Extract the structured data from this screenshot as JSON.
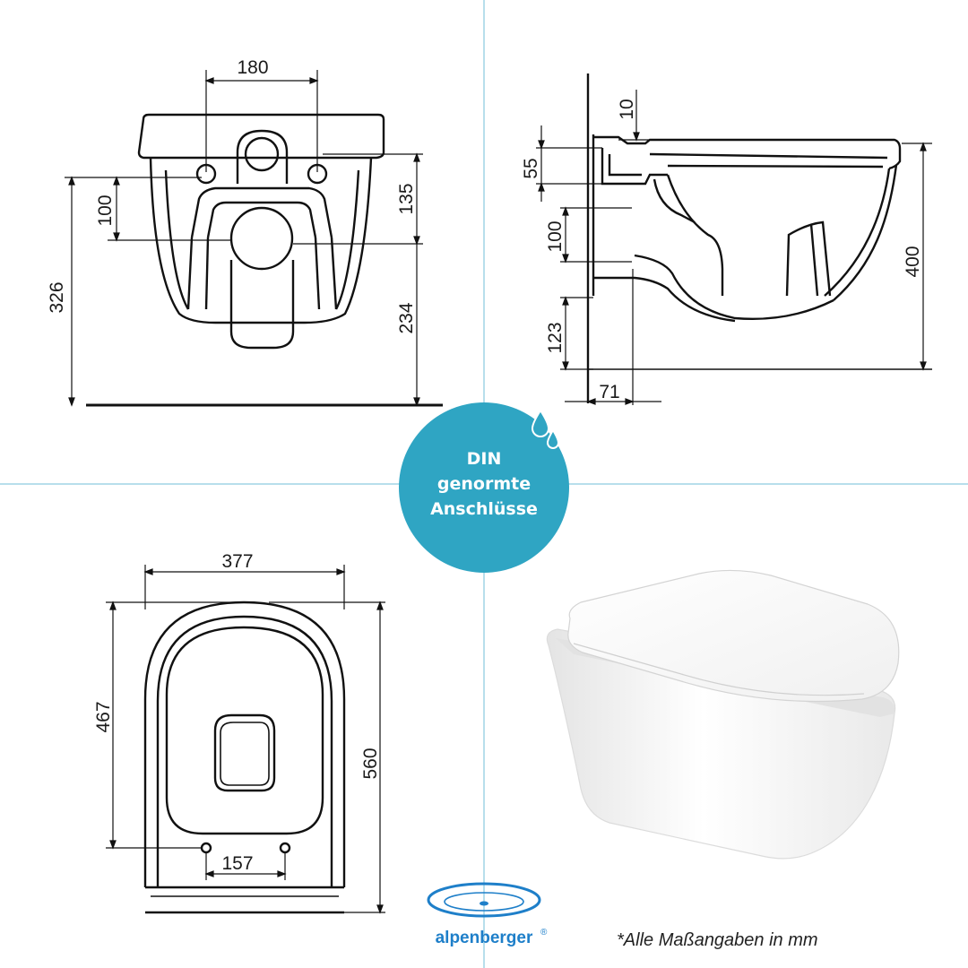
{
  "colors": {
    "divider": "#9fd3e6",
    "badge": "#2fa5c3",
    "brand": "#1e7fc9",
    "line": "#111111"
  },
  "front_view": {
    "dims": {
      "top_width": "180",
      "left_height": "326",
      "pipe_gap": "100",
      "right_upper": "135",
      "right_lower": "234"
    }
  },
  "side_view": {
    "dims": {
      "top": "10",
      "left_upper": "55",
      "left_mid": "100",
      "left_lower": "123",
      "right_height": "400",
      "bottom": "71"
    }
  },
  "top_view": {
    "dims": {
      "width": "377",
      "depth_inner": "467",
      "depth_total": "560",
      "bolt_gap": "157"
    }
  },
  "badge": {
    "line1": "DIN",
    "line2": "genormte",
    "line3": "Anschlüsse",
    "icon": "water-drops-icon"
  },
  "brand": {
    "name": "alpenberger",
    "mark": "®"
  },
  "footnote": "*Alle Maßangaben in mm"
}
